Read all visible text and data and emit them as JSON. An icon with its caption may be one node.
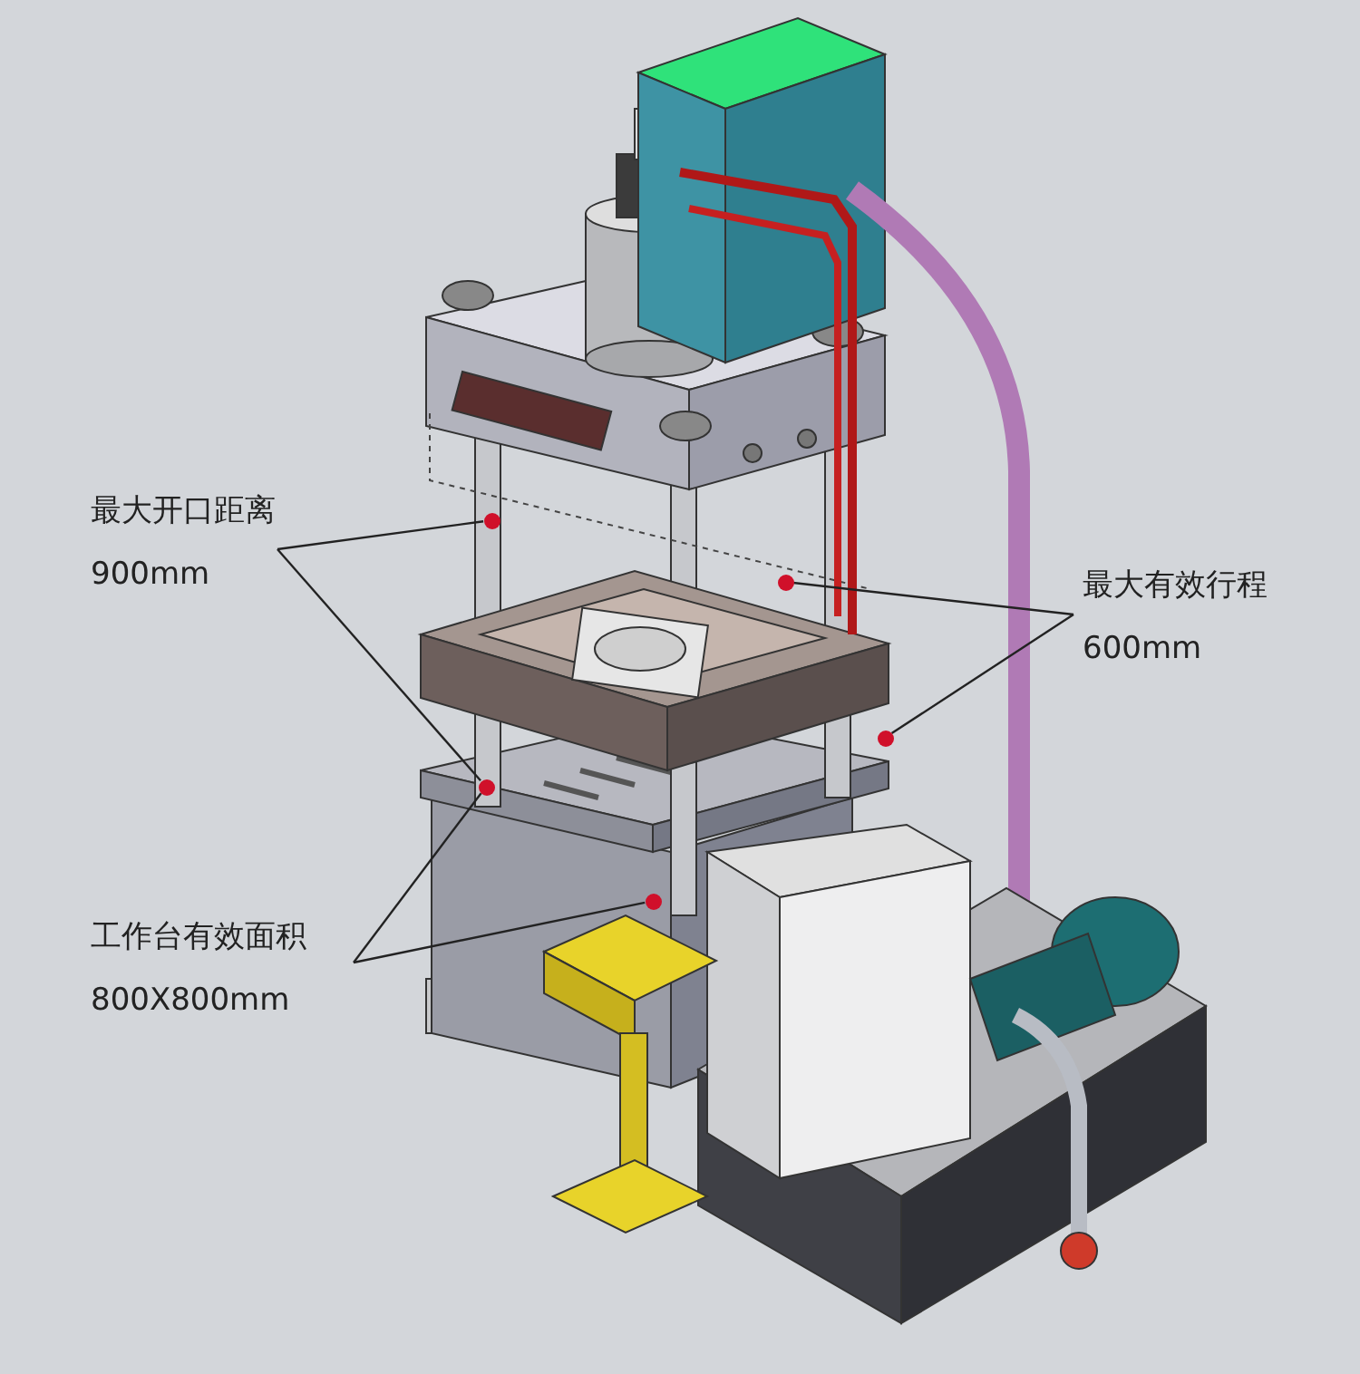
{
  "diagram": {
    "nodes": [
      {
        "text": [
          "最大开口距离",
          "900mm"
        ]
      },
      {
        "text": [
          "最大有效行程",
          "600mm"
        ]
      },
      {
        "text": [
          "工作台有效面积",
          "800X800mm"
        ]
      },
      {
        "text": [],
        "shape": "circle"
      },
      {
        "text": [],
        "shape": "circle"
      },
      {
        "text": [],
        "shape": "circle"
      },
      {
        "text": [],
        "shape": "circle"
      },
      {
        "text": [],
        "shape": "circle"
      }
    ],
    "edges": [
      {
        "from": 0,
        "to": 3,
        "arrow": "none"
      },
      {
        "from": 0,
        "to": 4,
        "arrow": "none"
      },
      {
        "from": 1,
        "to": 5,
        "arrow": "none"
      },
      {
        "from": 1,
        "to": 6,
        "arrow": "none"
      },
      {
        "from": 2,
        "to": 4,
        "arrow": "none"
      },
      {
        "from": 2,
        "to": 7,
        "arrow": "none"
      }
    ]
  }
}
